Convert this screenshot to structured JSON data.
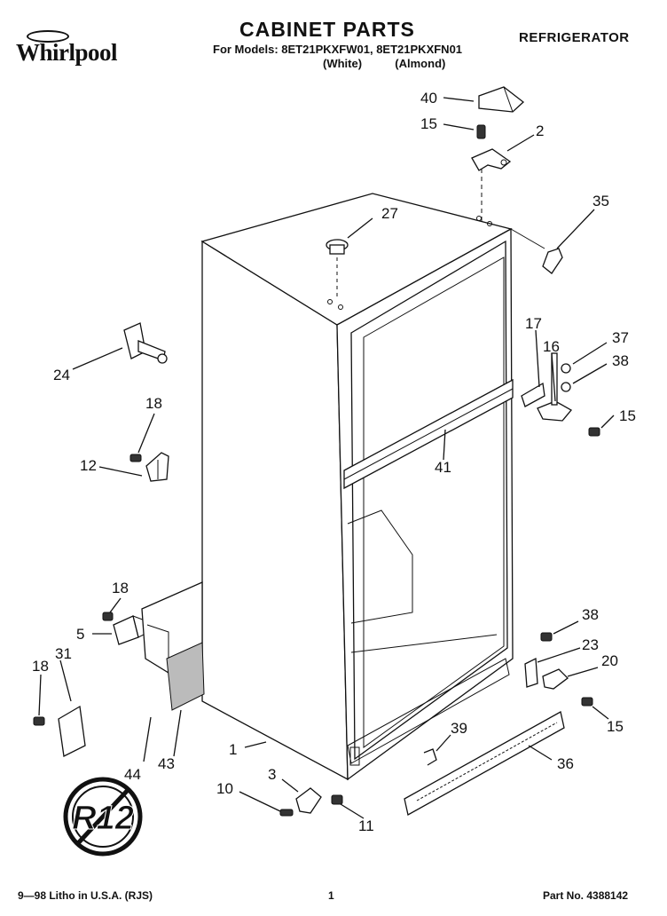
{
  "header": {
    "brand": "Whirlpool",
    "title": "CABINET PARTS",
    "models": "For Models: 8ET21PKXFW01, 8ET21PKXFN01",
    "color_white": "(White)",
    "color_almond": "(Almond)",
    "category": "REFRIGERATOR"
  },
  "footer": {
    "litho": "9—98 Litho in U.S.A. (RJS)",
    "page": "1",
    "part_no": "Part No. 4388142"
  },
  "stamp": "R12",
  "callouts": [
    "40",
    "15",
    "2",
    "27",
    "35",
    "17",
    "16",
    "37",
    "38",
    "15",
    "24",
    "18",
    "12",
    "41",
    "18",
    "5",
    "31",
    "18",
    "38",
    "23",
    "20",
    "15",
    "39",
    "1",
    "3",
    "36",
    "10",
    "11",
    "44",
    "43"
  ]
}
